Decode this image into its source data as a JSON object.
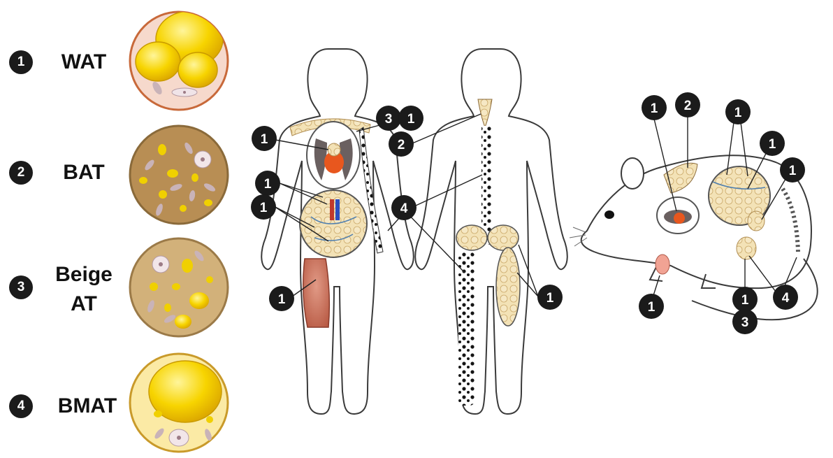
{
  "legend": [
    {
      "number": "1",
      "label": "WAT",
      "fill": "#f6d9cc",
      "border": "#c8693a"
    },
    {
      "number": "2",
      "label": "BAT",
      "fill": "#b88e54",
      "border": "#8a6a3a"
    },
    {
      "number": "3",
      "label_line1": "Beige",
      "label_line2": "AT",
      "fill": "#d2b17a",
      "border": "#9b7a48"
    },
    {
      "number": "4",
      "label": "BMAT",
      "fill": "#fbeaa5",
      "border": "#c99a2a"
    }
  ],
  "callouts": {
    "front_chest_lungs": "1",
    "front_shoulder_3": "3",
    "front_shoulder_1": "1",
    "front_abdomen_upper": "1",
    "front_abdomen_lower": "1",
    "front_thigh_muscle": "1",
    "back_neck": "2",
    "back_spine_bone": "4",
    "back_gluteal_thigh": "1",
    "mouse_heart": "1",
    "mouse_interscapular": "2",
    "mouse_abdomen_top": "1",
    "mouse_abdomen_right": "1",
    "mouse_back": "1",
    "mouse_paw": "1",
    "mouse_inguinal": "1",
    "mouse_tail_bone": "4",
    "mouse_inguinal_beige": "3"
  },
  "colors": {
    "badge": "#1b1b1b",
    "outline": "#3a3a3a",
    "fat_lobule": "#f1dfb0",
    "fat_outline": "#c9a865",
    "muscle": "#c9705a",
    "heart": "#e8571e",
    "lung": "#6a6060"
  }
}
